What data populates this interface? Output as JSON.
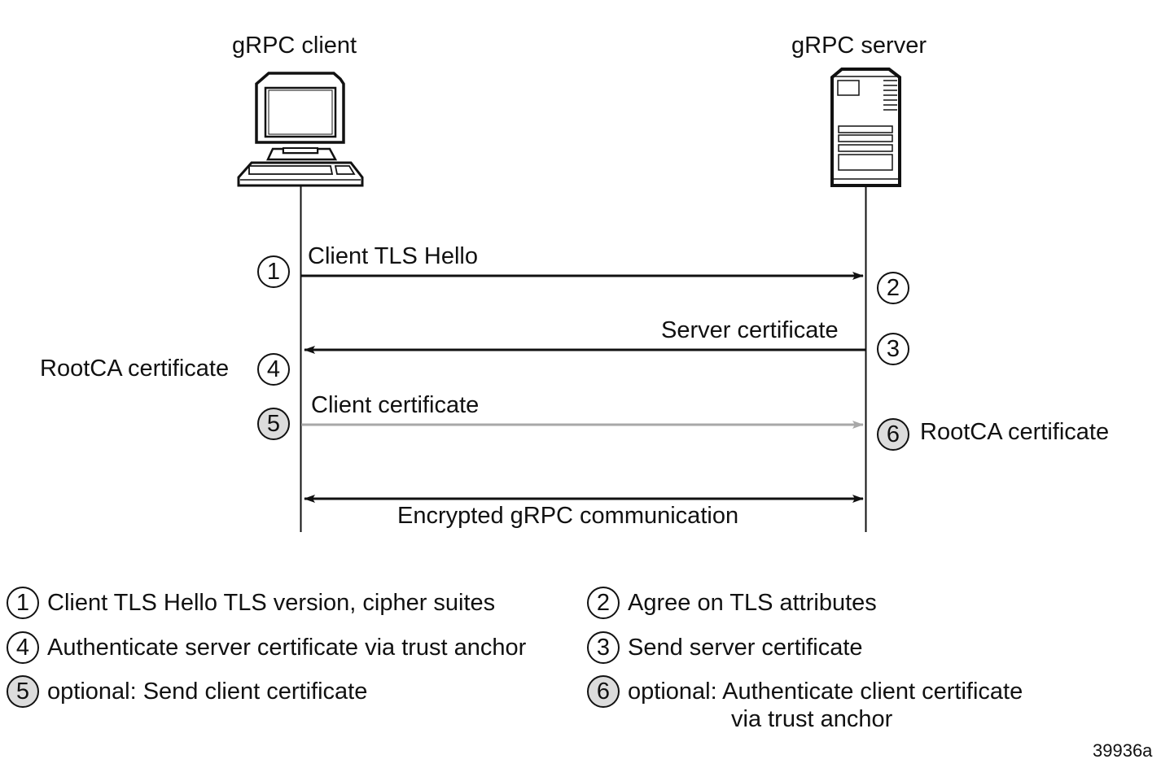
{
  "actors": {
    "client": {
      "label": "gRPC client",
      "icon": "computer-icon"
    },
    "server": {
      "label": "gRPC server",
      "icon": "server-icon"
    }
  },
  "messages": [
    {
      "step": "1",
      "label": "Client TLS Hello",
      "direction": "client-to-server",
      "optional": false
    },
    {
      "step": "3",
      "label": "Server certificate",
      "direction": "server-to-client",
      "optional": false
    },
    {
      "step": "5",
      "label": "Client certificate",
      "direction": "client-to-server",
      "optional": true
    },
    {
      "step": "",
      "label": "Encrypted gRPC communication",
      "direction": "bidirectional",
      "optional": false
    }
  ],
  "markers": {
    "m1": "1",
    "m2": "2",
    "m3": "3",
    "m4": "4",
    "m4_label": "RootCA certificate",
    "m5": "5",
    "m6": "6",
    "m6_label": "RootCA certificate"
  },
  "legend": [
    {
      "step": "1",
      "text": "Client TLS Hello TLS version, cipher suites",
      "optional": false
    },
    {
      "step": "2",
      "text": "Agree on TLS attributes",
      "optional": false
    },
    {
      "step": "4",
      "text": "Authenticate server certificate via trust anchor",
      "optional": false
    },
    {
      "step": "3",
      "text": "Send server certificate",
      "optional": false
    },
    {
      "step": "5",
      "text": "optional: Send client certificate",
      "optional": true
    },
    {
      "step": "6",
      "text": "optional: Authenticate client certificate",
      "text_line2": "via trust anchor",
      "optional": true
    }
  ],
  "figure_id": "39936a",
  "colors": {
    "line": "#111111",
    "optional_line": "#a8a8a8",
    "optional_fill": "#dcdcdc"
  }
}
